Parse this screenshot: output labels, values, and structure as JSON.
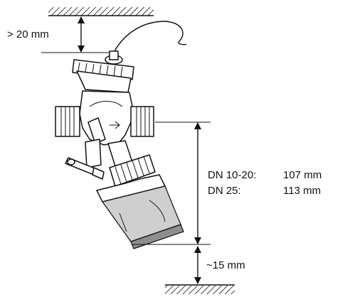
{
  "dimensions": {
    "top_clearance": "> 20 mm",
    "height_label_1": "DN 10-20:",
    "height_value_1": "107 mm",
    "height_label_2": "DN 25:",
    "height_value_2": "113 mm",
    "bottom_clearance": "~15 mm"
  },
  "colors": {
    "line": "#111111",
    "actuator_fill": "#cfcfcf",
    "background": "#ffffff"
  }
}
